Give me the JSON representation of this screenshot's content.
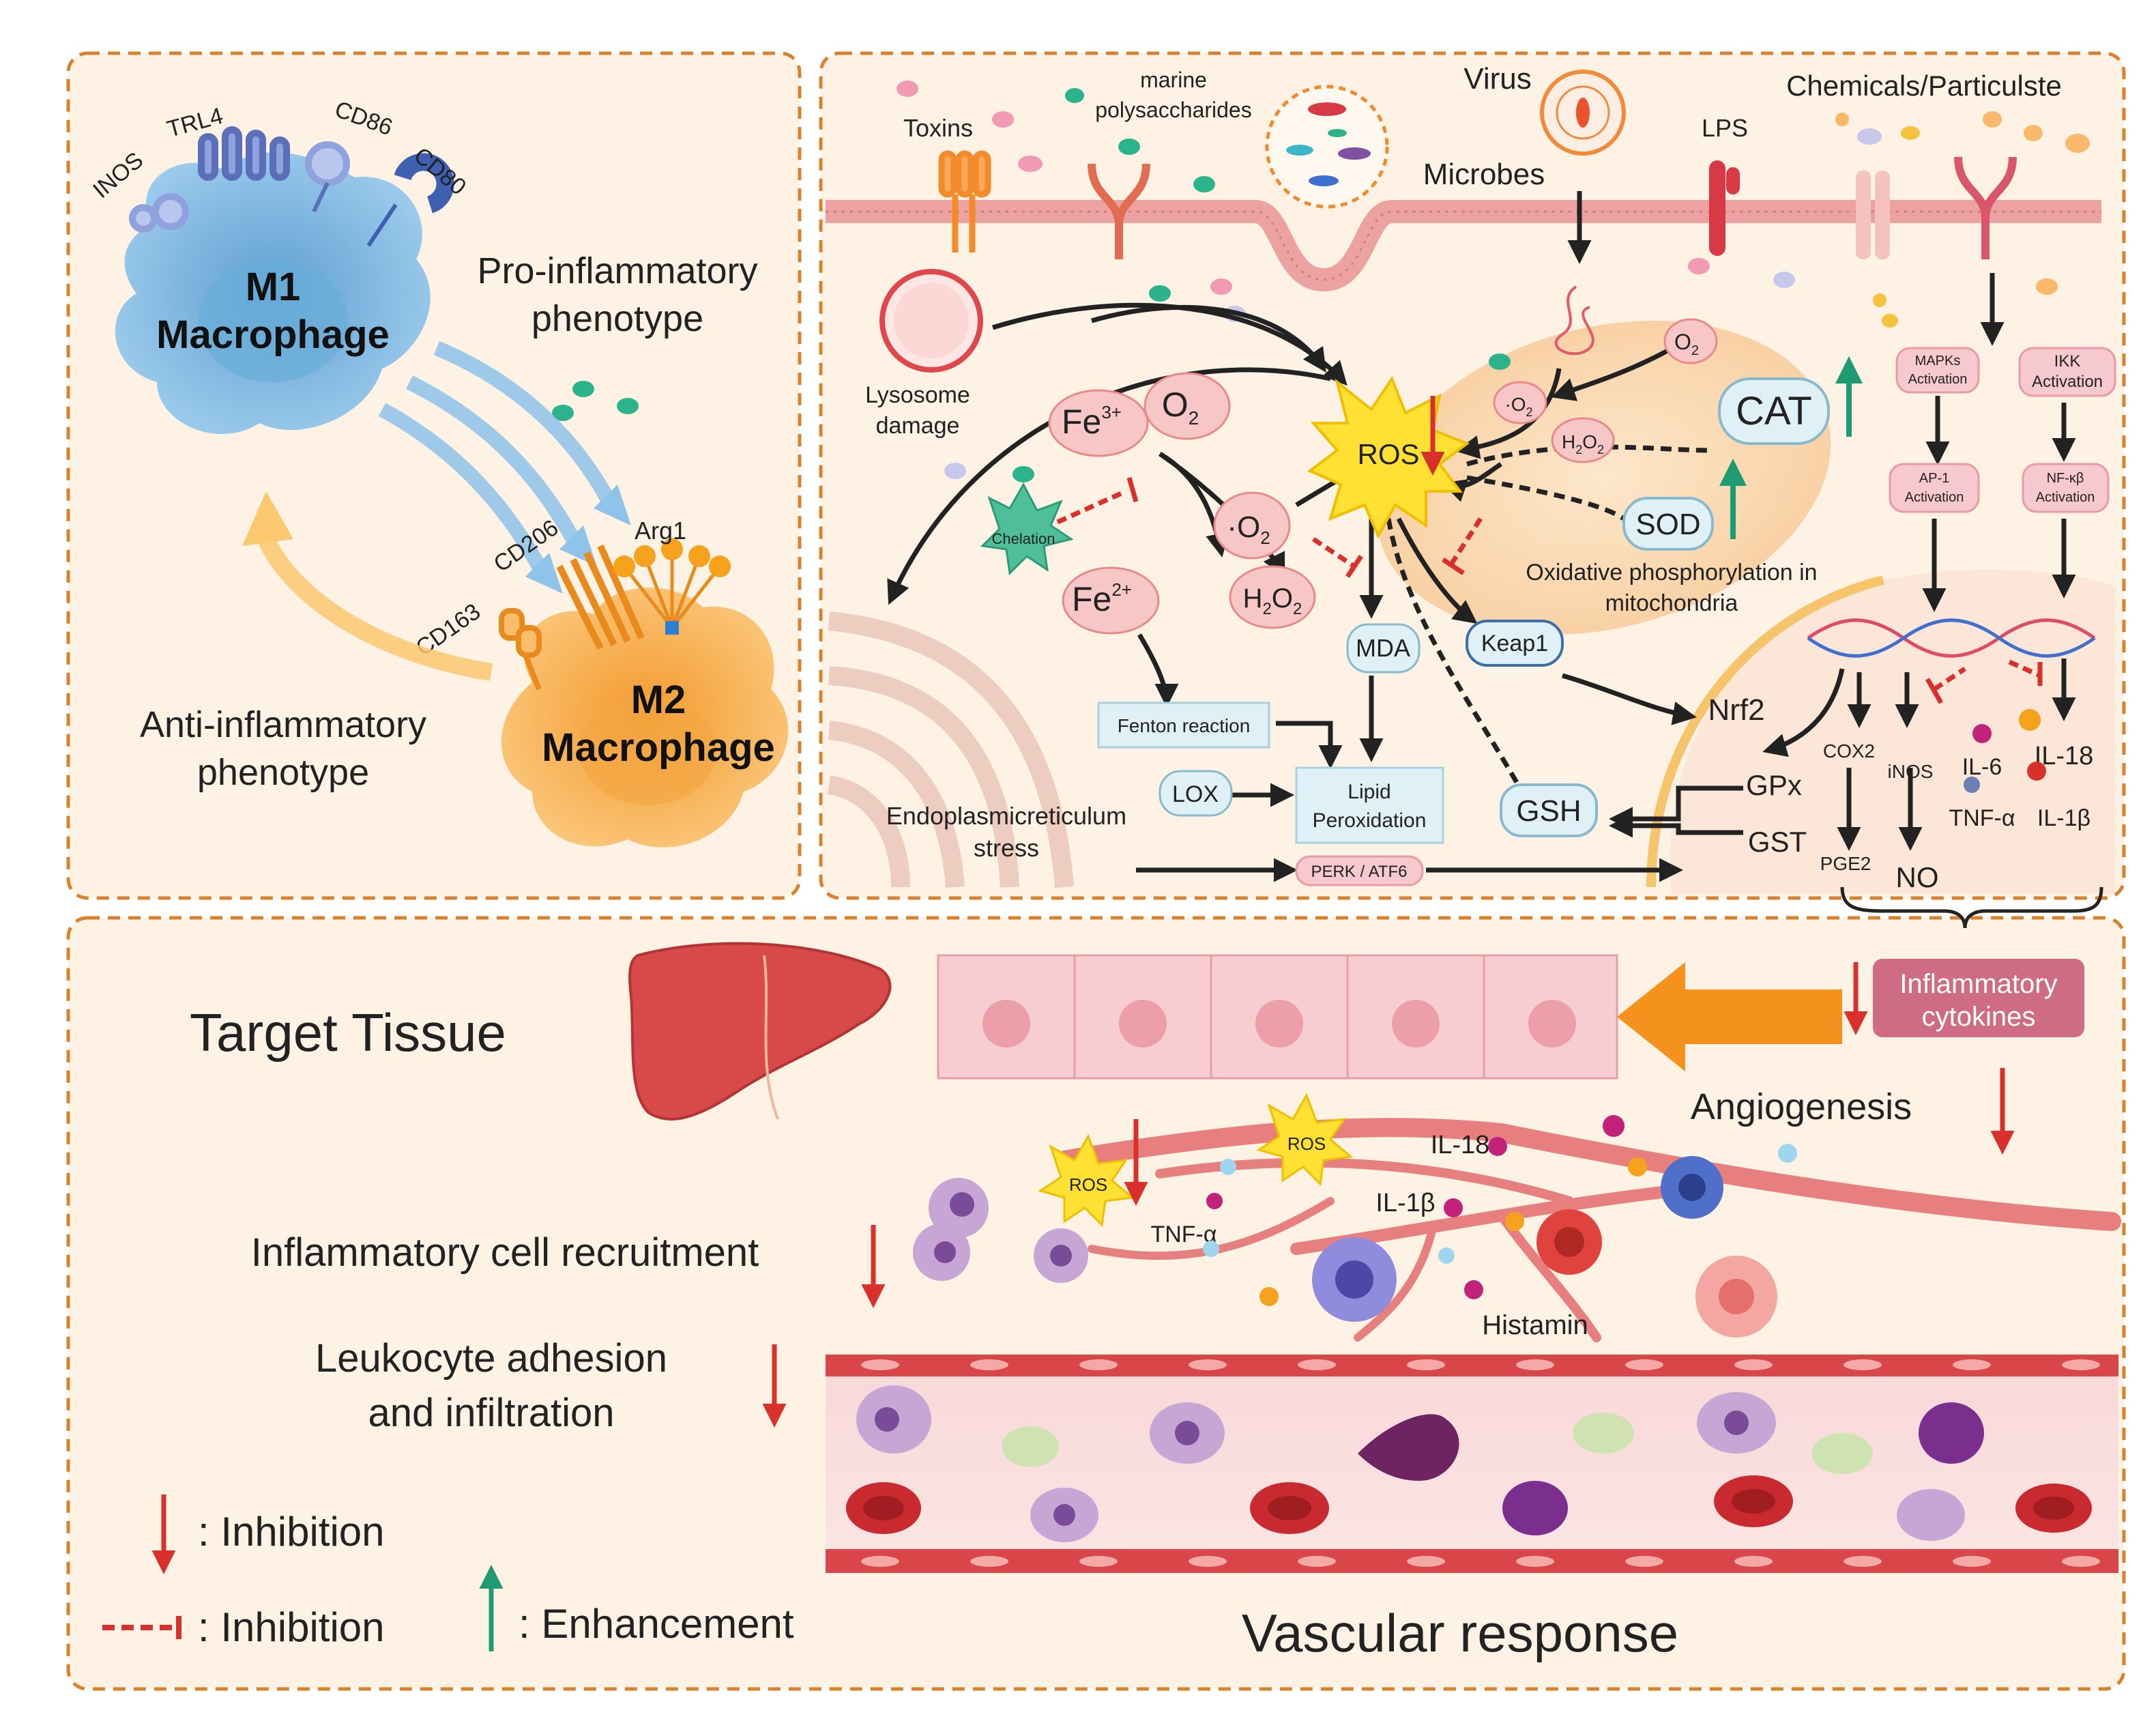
{
  "macrophage_panel": {
    "receptors": {
      "inos": "INOS",
      "trl4": "TRL4",
      "cd86": "CD86",
      "cd80": "CD80",
      "cd206": "CD206",
      "cd163": "CD163",
      "arg1": "Arg1"
    },
    "m1": {
      "line1": "M1",
      "line2": "Macrophage"
    },
    "m2": {
      "line1": "M2",
      "line2": "Macrophage"
    },
    "pro": {
      "line1": "Pro-inflammatory",
      "line2": "phenotype"
    },
    "anti": {
      "line1": "Anti-inflammatory",
      "line2": "phenotype"
    }
  },
  "pathway_panel": {
    "stimuli": {
      "toxins": "Toxins",
      "marine1": "marine",
      "marine2": "polysaccharides",
      "virus": "Virus",
      "microbes": "Microbes",
      "lps": "LPS",
      "chemicals": "Chemicals/Particulste"
    },
    "lysosome": {
      "line1": "Lysosome",
      "line2": "damage"
    },
    "iron": {
      "fe3": "Fe",
      "fe3_sup": "3+",
      "fe2": "Fe",
      "fe2_sup": "2+",
      "o2": "O",
      "o2_sub": "2"
    },
    "chelation": "Chelation",
    "radicals": {
      "o2r": "·O",
      "o2r_sub": "2",
      "h2o2_h": "H",
      "h2o2_2a": "2",
      "h2o2_o": "O",
      "h2o2_2b": "2"
    },
    "ros": "ROS",
    "mito": {
      "cat": "CAT",
      "sod": "SOD",
      "o2": "O",
      "o2_sub": "2",
      "caption1": "Oxidative  phosphorylation  in",
      "caption2": "mitochondria"
    },
    "mda": "MDA",
    "keap1": "Keap1",
    "nrf2": "Nrf2",
    "fenton": "Fenton  reaction",
    "lox": "LOX",
    "lipid": {
      "line1": "Lipid",
      "line2": "Peroxidation"
    },
    "er": {
      "line1": "Endoplasmicreticulum",
      "line2": "stress"
    },
    "perk": "PERK / ATF6",
    "gsh": "GSH",
    "gpx": "GPx",
    "gst": "GST",
    "mapk": {
      "line1": "MAPKs",
      "line2": "Activation"
    },
    "ikk": {
      "line1": "IKK",
      "line2": "Activation"
    },
    "ap1": {
      "line1": "AP-1",
      "line2": "Activation"
    },
    "nfkb": {
      "line1": "NF-κβ",
      "line2": "Activation"
    },
    "products": {
      "cox2": "COX2",
      "inos": "iNOS",
      "il6": "IL-6",
      "il18": "IL-18",
      "tnfa": "TNF-α",
      "il1b": "IL-1β",
      "pge2": "PGE2",
      "no": "NO"
    }
  },
  "tissue_panel": {
    "target_tissue": "Target Tissue",
    "inflammatory_cytokines": {
      "line1": "Inflammatory",
      "line2": "cytokines"
    },
    "angiogenesis": "Angiogenesis",
    "ros1": "ROS",
    "ros2": "ROS",
    "il18": "IL-18",
    "il1b": "IL-1β",
    "tnfa": "TNF-α",
    "histamin": "Histamin",
    "cell_recruitment": "Inflammatory cell recruitment",
    "leukocyte": {
      "line1": "Leukocyte  adhesion",
      "line2": "and  infiltration"
    },
    "vascular_response": "Vascular response"
  },
  "legend": {
    "inhibition_arrow": ": Inhibition",
    "inhibition_dashed": ": Inhibition",
    "enhancement": ": Enhancement"
  },
  "colors": {
    "panel_bg": "#fdf2e3",
    "border": "#d9822b",
    "m1_blue": "#8fc1e3",
    "m2_orange": "#f7b055",
    "inhibition_red": "#d9302c",
    "enhancement_green": "#1e9b72",
    "ros_yellow": "#ffe033",
    "cytokine_box": "#cf6b82"
  }
}
